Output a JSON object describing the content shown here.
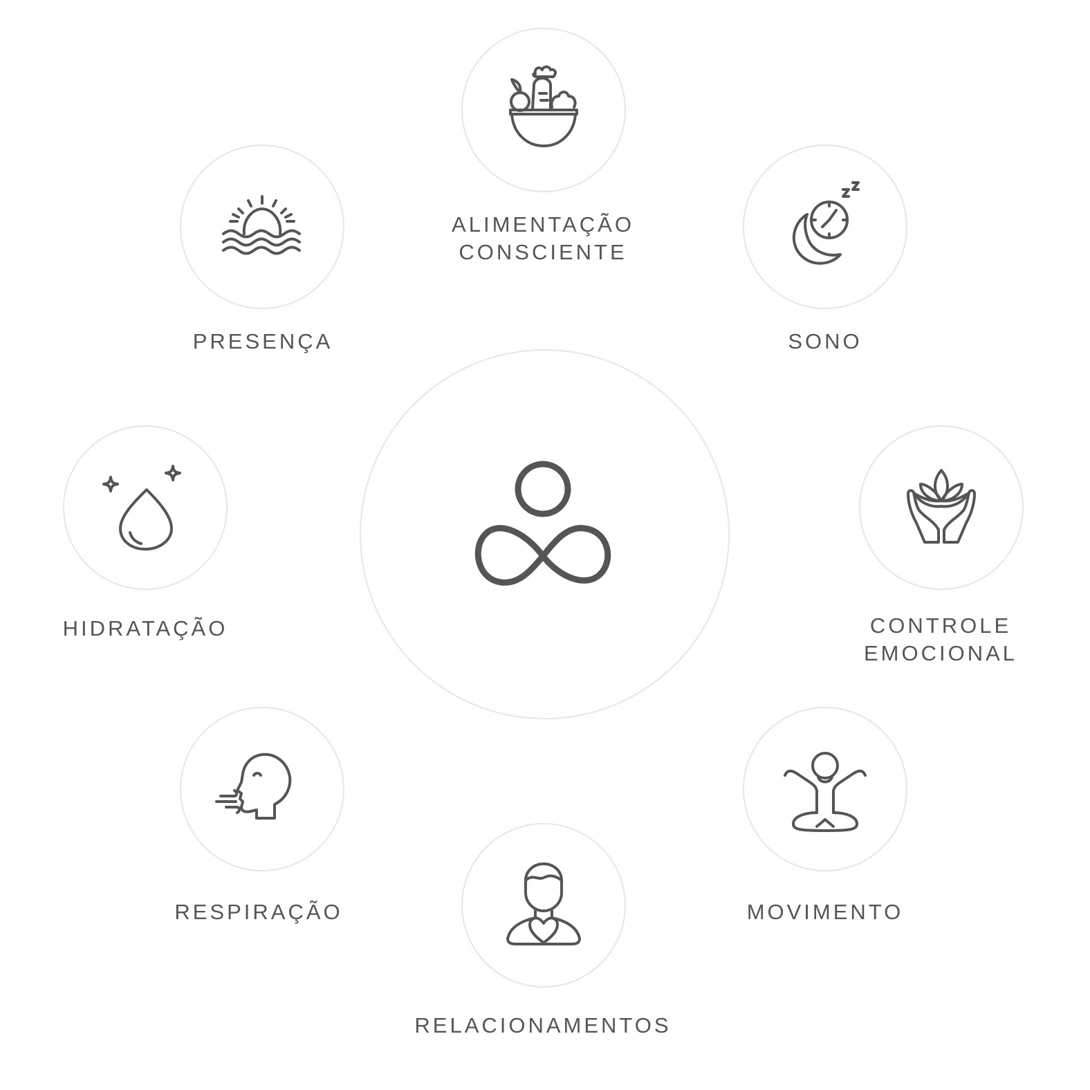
{
  "diagram": {
    "center": {
      "icon": "infinity-person-logo-icon"
    },
    "nodes": [
      {
        "id": "alimentacao",
        "icon": "food-bowl-icon",
        "label_lines": [
          "ALIMENTAÇÃO",
          "CONSCIENTE"
        ]
      },
      {
        "id": "sono",
        "icon": "moon-clock-sleep-icon",
        "label_lines": [
          "SONO"
        ]
      },
      {
        "id": "controle",
        "icon": "lotus-hands-icon",
        "label_lines": [
          "CONTROLE",
          "EMOCIONAL"
        ]
      },
      {
        "id": "movimento",
        "icon": "yoga-person-icon",
        "label_lines": [
          "MOVIMENTO"
        ]
      },
      {
        "id": "relacionamentos",
        "icon": "person-heart-icon",
        "label_lines": [
          "RELACIONAMENTOS"
        ]
      },
      {
        "id": "respiracao",
        "icon": "breathing-head-icon",
        "label_lines": [
          "RESPIRAÇÃO"
        ]
      },
      {
        "id": "hidratacao",
        "icon": "water-drop-sparkle-icon",
        "label_lines": [
          "HIDRATAÇÃO"
        ]
      },
      {
        "id": "presenca",
        "icon": "sunrise-waves-icon",
        "label_lines": [
          "PRESENÇA"
        ]
      }
    ],
    "colors": {
      "icon_stroke": "#555555",
      "circle_border": "#e6e6e6",
      "label_text": "#555555",
      "background": "#ffffff"
    }
  }
}
